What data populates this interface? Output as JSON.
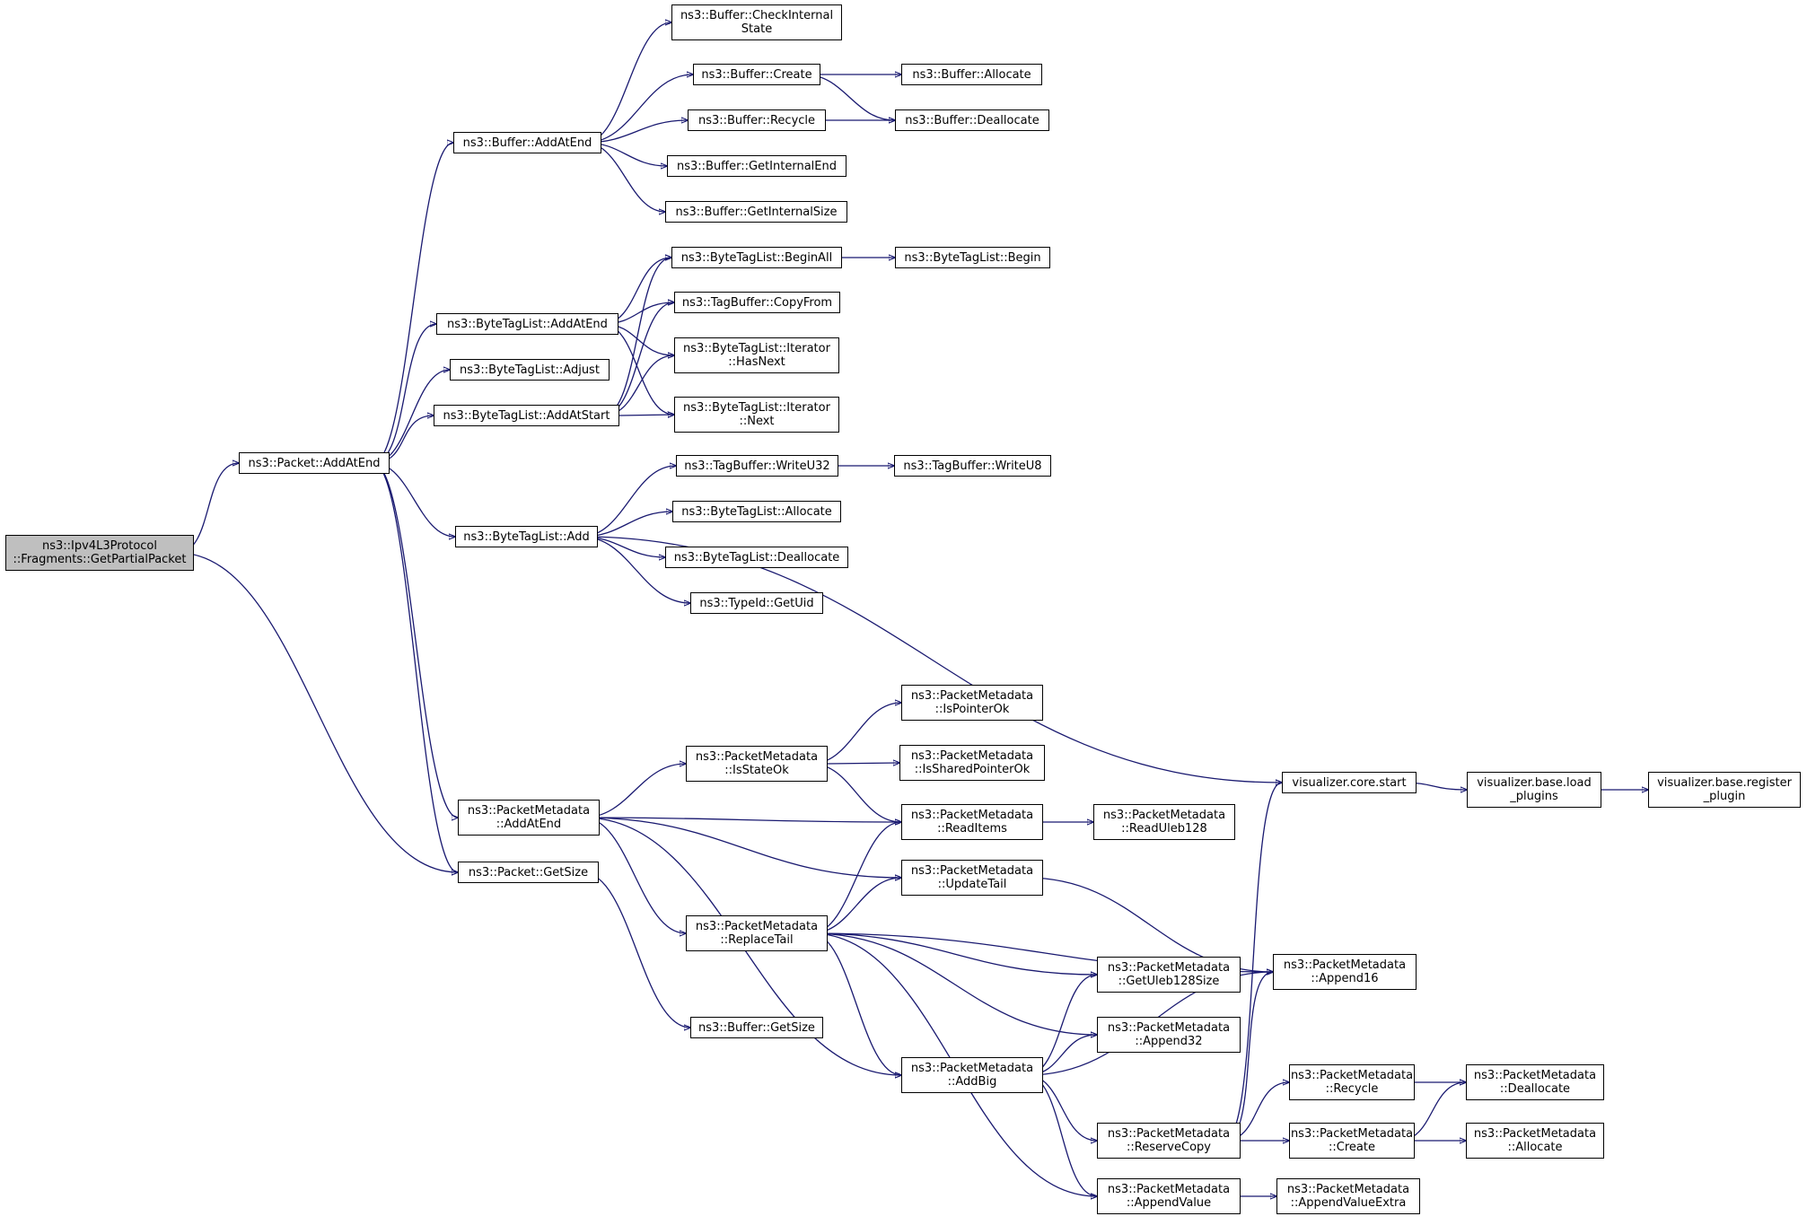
{
  "graph": {
    "edge_color": "#191970",
    "root_fill": "#bfbfbf",
    "nodes": [
      {
        "id": "root",
        "label": "ns3::Ipv4L3Protocol\n::Fragments::GetPartialPacket",
        "root": true
      },
      {
        "id": "pkt_addatend",
        "label": "ns3::Packet::AddAtEnd"
      },
      {
        "id": "pkt_getsize",
        "label": "ns3::Packet::GetSize"
      },
      {
        "id": "buf_addatend",
        "label": "ns3::Buffer::AddAtEnd"
      },
      {
        "id": "btl_addatend",
        "label": "ns3::ByteTagList::AddAtEnd"
      },
      {
        "id": "btl_adjust",
        "label": "ns3::ByteTagList::Adjust"
      },
      {
        "id": "btl_addatstart",
        "label": "ns3::ByteTagList::AddAtStart"
      },
      {
        "id": "btl_add",
        "label": "ns3::ByteTagList::Add"
      },
      {
        "id": "pm_addatend",
        "label": "ns3::PacketMetadata\n::AddAtEnd"
      },
      {
        "id": "buf_checkstate",
        "label": "ns3::Buffer::CheckInternal\nState"
      },
      {
        "id": "buf_create",
        "label": "ns3::Buffer::Create"
      },
      {
        "id": "buf_recycle",
        "label": "ns3::Buffer::Recycle"
      },
      {
        "id": "buf_getend",
        "label": "ns3::Buffer::GetInternalEnd"
      },
      {
        "id": "buf_getisize",
        "label": "ns3::Buffer::GetInternalSize"
      },
      {
        "id": "buf_allocate",
        "label": "ns3::Buffer::Allocate"
      },
      {
        "id": "buf_deallocate",
        "label": "ns3::Buffer::Deallocate"
      },
      {
        "id": "btl_beginall",
        "label": "ns3::ByteTagList::BeginAll"
      },
      {
        "id": "btl_begin",
        "label": "ns3::ByteTagList::Begin"
      },
      {
        "id": "tb_copyfrom",
        "label": "ns3::TagBuffer::CopyFrom"
      },
      {
        "id": "btli_hasnext",
        "label": "ns3::ByteTagList::Iterator\n::HasNext"
      },
      {
        "id": "btli_next",
        "label": "ns3::ByteTagList::Iterator\n::Next"
      },
      {
        "id": "tb_writeu32",
        "label": "ns3::TagBuffer::WriteU32"
      },
      {
        "id": "tb_writeu8",
        "label": "ns3::TagBuffer::WriteU8"
      },
      {
        "id": "btl_allocate",
        "label": "ns3::ByteTagList::Allocate"
      },
      {
        "id": "btl_deallocate",
        "label": "ns3::ByteTagList::Deallocate"
      },
      {
        "id": "typeid_getuid",
        "label": "ns3::TypeId::GetUid"
      },
      {
        "id": "pm_isstateok",
        "label": "ns3::PacketMetadata\n::IsStateOk"
      },
      {
        "id": "pm_ispointerok",
        "label": "ns3::PacketMetadata\n::IsPointerOk"
      },
      {
        "id": "pm_issharedpointerok",
        "label": "ns3::PacketMetadata\n::IsSharedPointerOk"
      },
      {
        "id": "pm_readitems",
        "label": "ns3::PacketMetadata\n::ReadItems"
      },
      {
        "id": "pm_readuleb128",
        "label": "ns3::PacketMetadata\n::ReadUleb128"
      },
      {
        "id": "pm_updatetail",
        "label": "ns3::PacketMetadata\n::UpdateTail"
      },
      {
        "id": "pm_replacetail",
        "label": "ns3::PacketMetadata\n::ReplaceTail"
      },
      {
        "id": "buf_getsize",
        "label": "ns3::Buffer::GetSize"
      },
      {
        "id": "pm_getuleb128size",
        "label": "ns3::PacketMetadata\n::GetUleb128Size"
      },
      {
        "id": "pm_append32",
        "label": "ns3::PacketMetadata\n::Append32"
      },
      {
        "id": "pm_addbig",
        "label": "ns3::PacketMetadata\n::AddBig"
      },
      {
        "id": "pm_reservecopy",
        "label": "ns3::PacketMetadata\n::ReserveCopy"
      },
      {
        "id": "pm_appendvalue",
        "label": "ns3::PacketMetadata\n::AppendValue"
      },
      {
        "id": "pm_append16",
        "label": "ns3::PacketMetadata\n::Append16"
      },
      {
        "id": "pm_recycle",
        "label": "ns3::PacketMetadata\n::Recycle"
      },
      {
        "id": "pm_create",
        "label": "ns3::PacketMetadata\n::Create"
      },
      {
        "id": "pm_appendvalueextra",
        "label": "ns3::PacketMetadata\n::AppendValueExtra"
      },
      {
        "id": "pm_deallocate",
        "label": "ns3::PacketMetadata\n::Deallocate"
      },
      {
        "id": "pm_allocate",
        "label": "ns3::PacketMetadata\n::Allocate"
      },
      {
        "id": "viz_core_start",
        "label": "visualizer.core.start"
      },
      {
        "id": "viz_load_plugins",
        "label": "visualizer.base.load\n_plugins"
      },
      {
        "id": "viz_register_plugin",
        "label": "visualizer.base.register\n_plugin"
      }
    ],
    "edges": [
      [
        "root",
        "pkt_addatend"
      ],
      [
        "root",
        "pkt_getsize"
      ],
      [
        "pkt_addatend",
        "buf_addatend"
      ],
      [
        "pkt_addatend",
        "btl_addatend"
      ],
      [
        "pkt_addatend",
        "btl_adjust"
      ],
      [
        "pkt_addatend",
        "btl_addatstart"
      ],
      [
        "pkt_addatend",
        "btl_add"
      ],
      [
        "pkt_addatend",
        "pm_addatend"
      ],
      [
        "pkt_addatend",
        "pkt_getsize"
      ],
      [
        "buf_addatend",
        "buf_checkstate"
      ],
      [
        "buf_addatend",
        "buf_create"
      ],
      [
        "buf_addatend",
        "buf_recycle"
      ],
      [
        "buf_addatend",
        "buf_getend"
      ],
      [
        "buf_addatend",
        "buf_getisize"
      ],
      [
        "buf_create",
        "buf_allocate"
      ],
      [
        "buf_create",
        "buf_deallocate"
      ],
      [
        "buf_recycle",
        "buf_deallocate"
      ],
      [
        "btl_addatend",
        "btl_beginall"
      ],
      [
        "btl_addatend",
        "tb_copyfrom"
      ],
      [
        "btl_addatend",
        "btli_hasnext"
      ],
      [
        "btl_addatend",
        "btli_next"
      ],
      [
        "btl_addatstart",
        "btl_beginall"
      ],
      [
        "btl_addatstart",
        "tb_copyfrom"
      ],
      [
        "btl_addatstart",
        "btli_hasnext"
      ],
      [
        "btl_addatstart",
        "btli_next"
      ],
      [
        "btl_beginall",
        "btl_begin"
      ],
      [
        "btl_add",
        "tb_writeu32"
      ],
      [
        "btl_add",
        "btl_allocate"
      ],
      [
        "btl_add",
        "btl_deallocate"
      ],
      [
        "btl_add",
        "typeid_getuid"
      ],
      [
        "btl_add",
        "viz_core_start"
      ],
      [
        "tb_writeu32",
        "tb_writeu8"
      ],
      [
        "pm_addatend",
        "pm_isstateok"
      ],
      [
        "pm_addatend",
        "pm_readitems"
      ],
      [
        "pm_addatend",
        "pm_updatetail"
      ],
      [
        "pm_addatend",
        "pm_replacetail"
      ],
      [
        "pm_addatend",
        "pm_addbig"
      ],
      [
        "pkt_getsize",
        "buf_getsize"
      ],
      [
        "pm_isstateok",
        "pm_ispointerok"
      ],
      [
        "pm_isstateok",
        "pm_issharedpointerok"
      ],
      [
        "pm_isstateok",
        "pm_readitems"
      ],
      [
        "pm_readitems",
        "pm_readuleb128"
      ],
      [
        "pm_updatetail",
        "pm_append16"
      ],
      [
        "pm_replacetail",
        "pm_readitems"
      ],
      [
        "pm_replacetail",
        "pm_updatetail"
      ],
      [
        "pm_replacetail",
        "pm_append16"
      ],
      [
        "pm_replacetail",
        "pm_getuleb128size"
      ],
      [
        "pm_replacetail",
        "pm_append32"
      ],
      [
        "pm_replacetail",
        "pm_addbig"
      ],
      [
        "pm_replacetail",
        "pm_appendvalue"
      ],
      [
        "pm_addbig",
        "pm_getuleb128size"
      ],
      [
        "pm_addbig",
        "pm_append32"
      ],
      [
        "pm_addbig",
        "pm_append16"
      ],
      [
        "pm_addbig",
        "pm_reservecopy"
      ],
      [
        "pm_addbig",
        "pm_appendvalue"
      ],
      [
        "pm_reservecopy",
        "viz_core_start"
      ],
      [
        "pm_reservecopy",
        "pm_append16"
      ],
      [
        "pm_reservecopy",
        "pm_recycle"
      ],
      [
        "pm_reservecopy",
        "pm_create"
      ],
      [
        "pm_recycle",
        "pm_deallocate"
      ],
      [
        "pm_create",
        "pm_deallocate"
      ],
      [
        "pm_create",
        "pm_allocate"
      ],
      [
        "pm_appendvalue",
        "pm_appendvalueextra"
      ],
      [
        "viz_core_start",
        "viz_load_plugins"
      ],
      [
        "viz_load_plugins",
        "viz_register_plugin"
      ]
    ]
  }
}
